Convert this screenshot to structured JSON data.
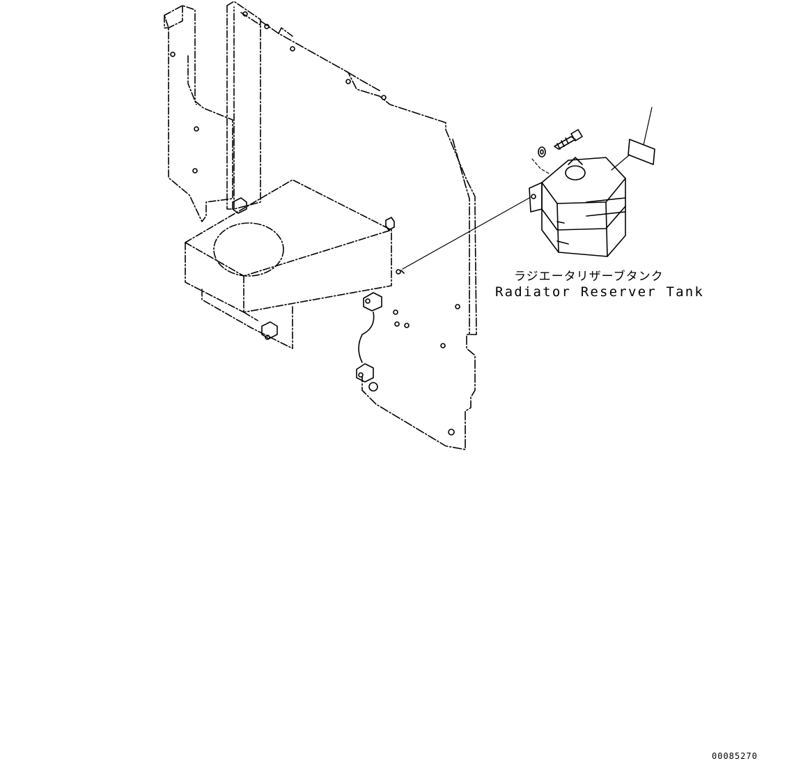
{
  "labels": {
    "part_name_jp": "ラジエータリザーブタンク",
    "part_name_en": "Radiator Reserver Tank",
    "figure_number": "00085270"
  },
  "icons": {
    "reservoir": "reserve-tank-icon",
    "bolt": "bolt-icon",
    "washer": "washer-icon",
    "label_plate": "label-plate-icon"
  },
  "colors": {
    "line": "#000000",
    "background": "#ffffff"
  }
}
